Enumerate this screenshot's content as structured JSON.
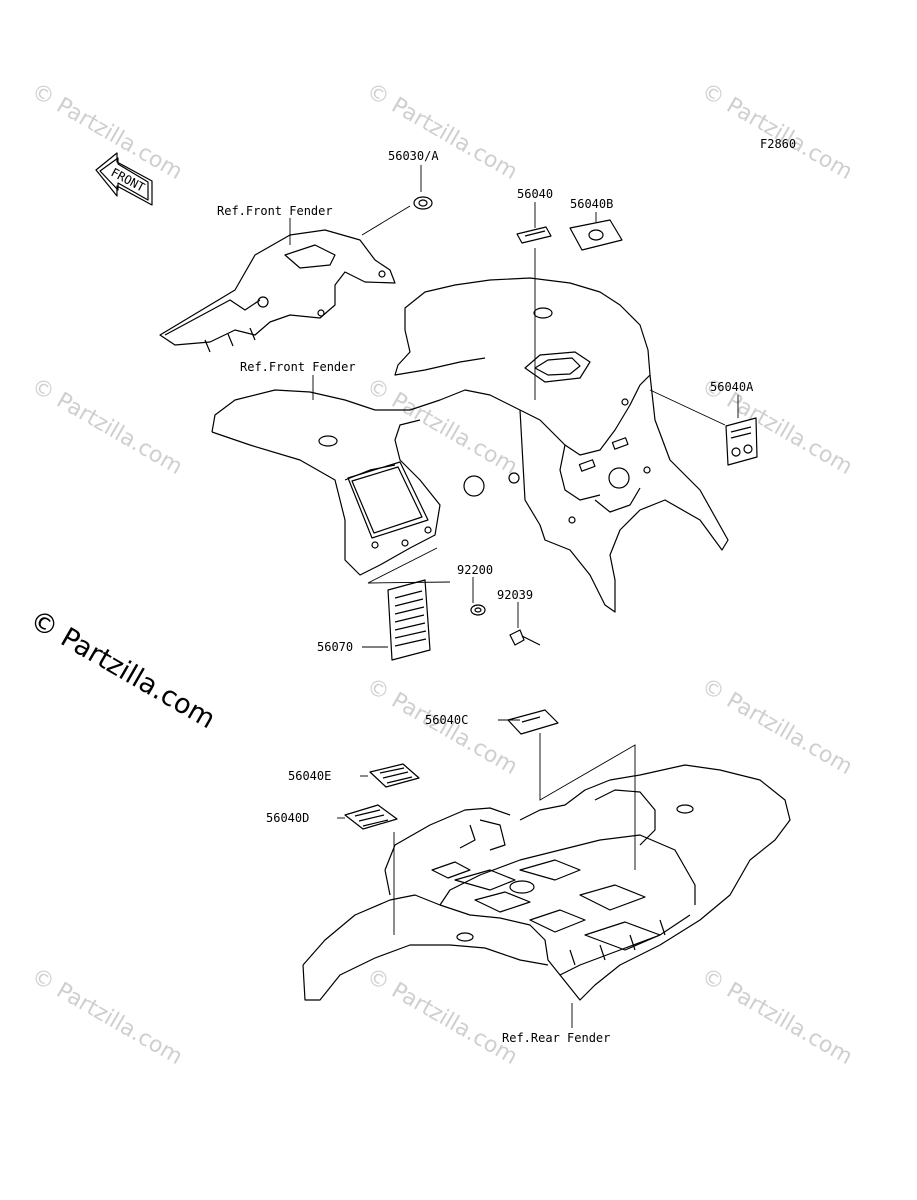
{
  "figure_code": "F2860",
  "front_arrow_text": "FRONT",
  "watermark_text": "© Partzilla.com",
  "callouts": {
    "c56030A": "56030/A",
    "ref_front_fender_1": "Ref.Front Fender",
    "c56040": "56040",
    "c56040B": "56040B",
    "ref_front_fender_2": "Ref.Front Fender",
    "c56040A": "56040A",
    "c92200": "92200",
    "c92039": "92039",
    "c56070": "56070",
    "c56040C": "56040C",
    "c56040E": "56040E",
    "c56040D": "56040D",
    "ref_rear_fender": "Ref.Rear Fender"
  }
}
